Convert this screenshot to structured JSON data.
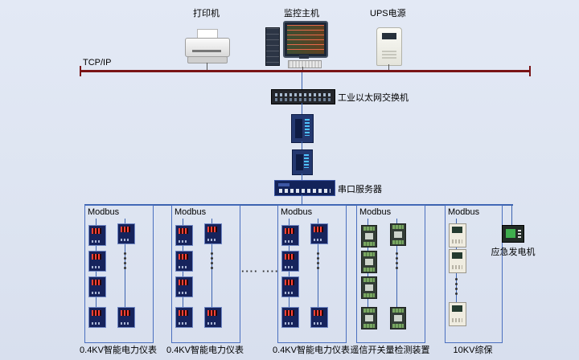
{
  "labels": {
    "printer": "打印机",
    "monitor": "监控主机",
    "ups": "UPS电源",
    "tcpip": "TCP/IP",
    "eth_switch": "工业以太网交换机",
    "serial_server": "串口服务器",
    "generator": "应急发电机",
    "group_dots": "···· ····"
  },
  "groups": [
    {
      "bus_label": "Modbus",
      "caption": "0.4KV智能电力仪表"
    },
    {
      "bus_label": "Modbus",
      "caption": "0.4KV智能电力仪表"
    },
    {
      "bus_label": "Modbus",
      "caption": "0.4KV智能电力仪表"
    },
    {
      "bus_label": "Modbus",
      "caption": "遥信开关量检测装置"
    },
    {
      "bus_label": "Modbus",
      "caption": "10KV综保"
    }
  ],
  "colors": {
    "background": "#dde4f1",
    "tcpip_bus": "#7a1416",
    "network_line": "#3c63b0",
    "group_border": "#4a6fbf"
  }
}
